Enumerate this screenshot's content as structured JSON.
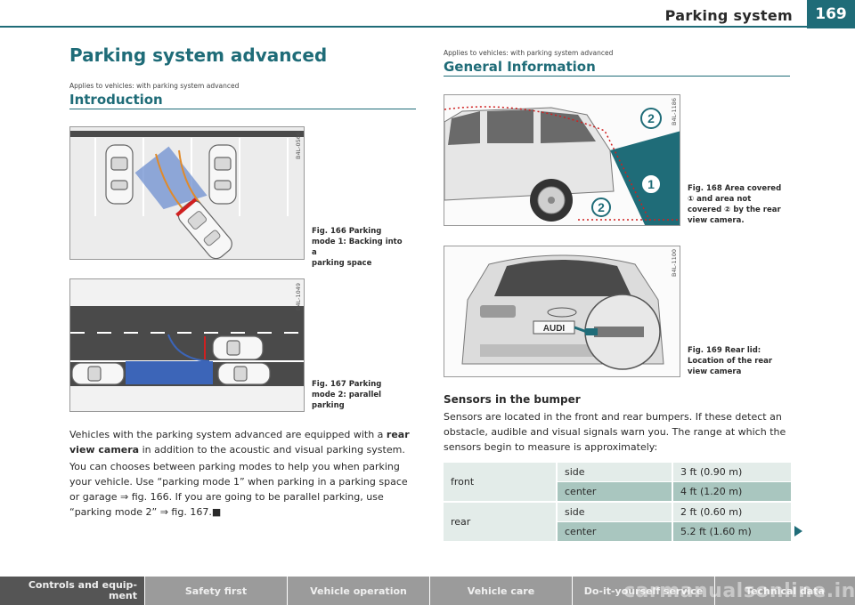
{
  "header": {
    "title": "Parking system",
    "page_number": "169"
  },
  "left": {
    "section_title": "Parking system advanced",
    "applies": "Applies to vehicles: with parking system advanced",
    "intro_title": "Introduction",
    "fig166": {
      "id": "B4L-0566",
      "caption_lines": [
        "Fig. 166  Parking",
        "mode 1: Backing into a",
        "parking space"
      ]
    },
    "fig167": {
      "id": "B4L-1049",
      "caption_lines": [
        "Fig. 167  Parking",
        "mode 2: parallel",
        "parking"
      ]
    },
    "para1": [
      [
        "Vehicles with the parking system advanced are equipped with a ",
        "rear"
      ],
      [
        "view camera",
        " in addition to the acoustic and visual parking system."
      ]
    ],
    "para2": [
      "You can chooses between parking modes to help you when parking",
      "your vehicle. Use “parking mode 1” when parking in a parking space",
      "or garage ⇒ fig. 166. If you are going to be parallel parking, use",
      "“parking mode 2” ⇒ fig. 167.■"
    ]
  },
  "right": {
    "applies": "Applies to vehicles: with parking system advanced",
    "general_title": "General Information",
    "fig168": {
      "id": "B4L-1186",
      "caption_lines": [
        "Fig. 168  Area covered",
        "① and area not",
        "covered ② by the rear",
        "view camera."
      ]
    },
    "fig169": {
      "id": "B4L-1100",
      "caption_lines": [
        "Fig. 169  Rear lid:",
        "Location of the rear",
        "view camera"
      ]
    },
    "plate_text": "AUDI",
    "sensors_title": "Sensors in the bumper",
    "sensors_text": [
      "Sensors are located in the front and rear bumpers. If these detect an",
      "obstacle, audible and visual signals warn you. The range at which the",
      "sensors begin to measure is approximately:"
    ],
    "table": [
      {
        "group": "front",
        "rows": [
          {
            "pos": "side",
            "range": "3 ft (0.90 m)"
          },
          {
            "pos": "center",
            "range": "4 ft (1.20 m)"
          }
        ]
      },
      {
        "group": "rear",
        "rows": [
          {
            "pos": "side",
            "range": "2 ft (0.60 m)"
          },
          {
            "pos": "center",
            "range": "5.2 ft (1.60 m)"
          }
        ]
      }
    ]
  },
  "callouts": {
    "one": "1",
    "two": "2"
  },
  "nav": [
    "Controls and equip-\nment",
    "Safety first",
    "Vehicle operation",
    "Vehicle care",
    "Do-it-yourself service",
    "Technical data"
  ],
  "watermark": "carmanualsonline.info",
  "colors": {
    "accent": "#1f6c78",
    "table_light": "#e3ece9",
    "table_dark": "#a9c6bf",
    "nav": "#9b9b9b",
    "nav_dark": "#555555"
  }
}
